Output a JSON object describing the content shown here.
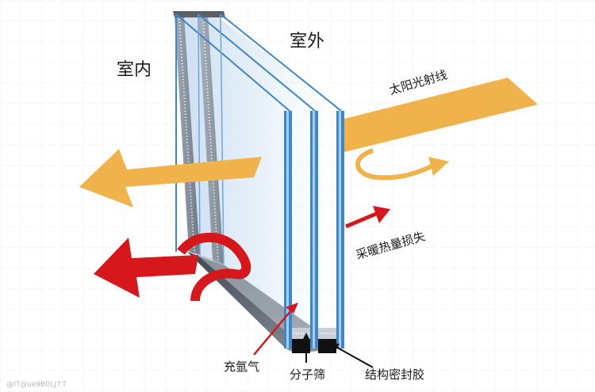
{
  "labels": {
    "indoor": "室内",
    "outdoor": "室外",
    "sunlight": "太阳光射线",
    "heat_loss": "采暖热量损失",
    "argon": "充氩气",
    "sieve": "分子筛",
    "sealant": "结构密封胶",
    "watermark": "@IT@ue9B0LJ↑T"
  },
  "colors": {
    "sun_arrow": "#f0b24a",
    "heat_arrow": "#d6181d",
    "glass_edge": "#3d86c8",
    "glass_tint": "#cfe0f2",
    "label_text": "#1a1a1a",
    "pointer": "#d6181d"
  }
}
